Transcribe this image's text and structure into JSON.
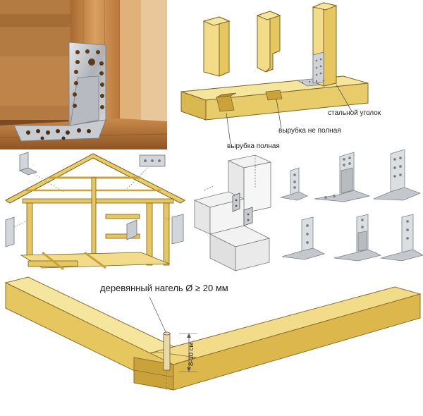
{
  "notch_diagram": {
    "labels": {
      "steel_corner": "стальной уголок",
      "partial_notch": "вырубка не полная",
      "full_notch": "вырубка полная"
    }
  },
  "dowel_diagram": {
    "labels": {
      "dowel_spec": "деревянный нагель Ø ≥ 20 мм",
      "depth": "8-10 см"
    }
  },
  "colors": {
    "wood_light": "#f2dc8a",
    "wood_mid": "#e6c65e",
    "wood_dark": "#c9a23a",
    "wood_photo": "#c98a4a",
    "steel": "#c9ccd0",
    "steel_dark": "#8f949a",
    "outline": "#5a4a20"
  },
  "icons": {
    "bracket": "metal-corner-bracket-icon",
    "dowel": "wooden-dowel-icon"
  }
}
